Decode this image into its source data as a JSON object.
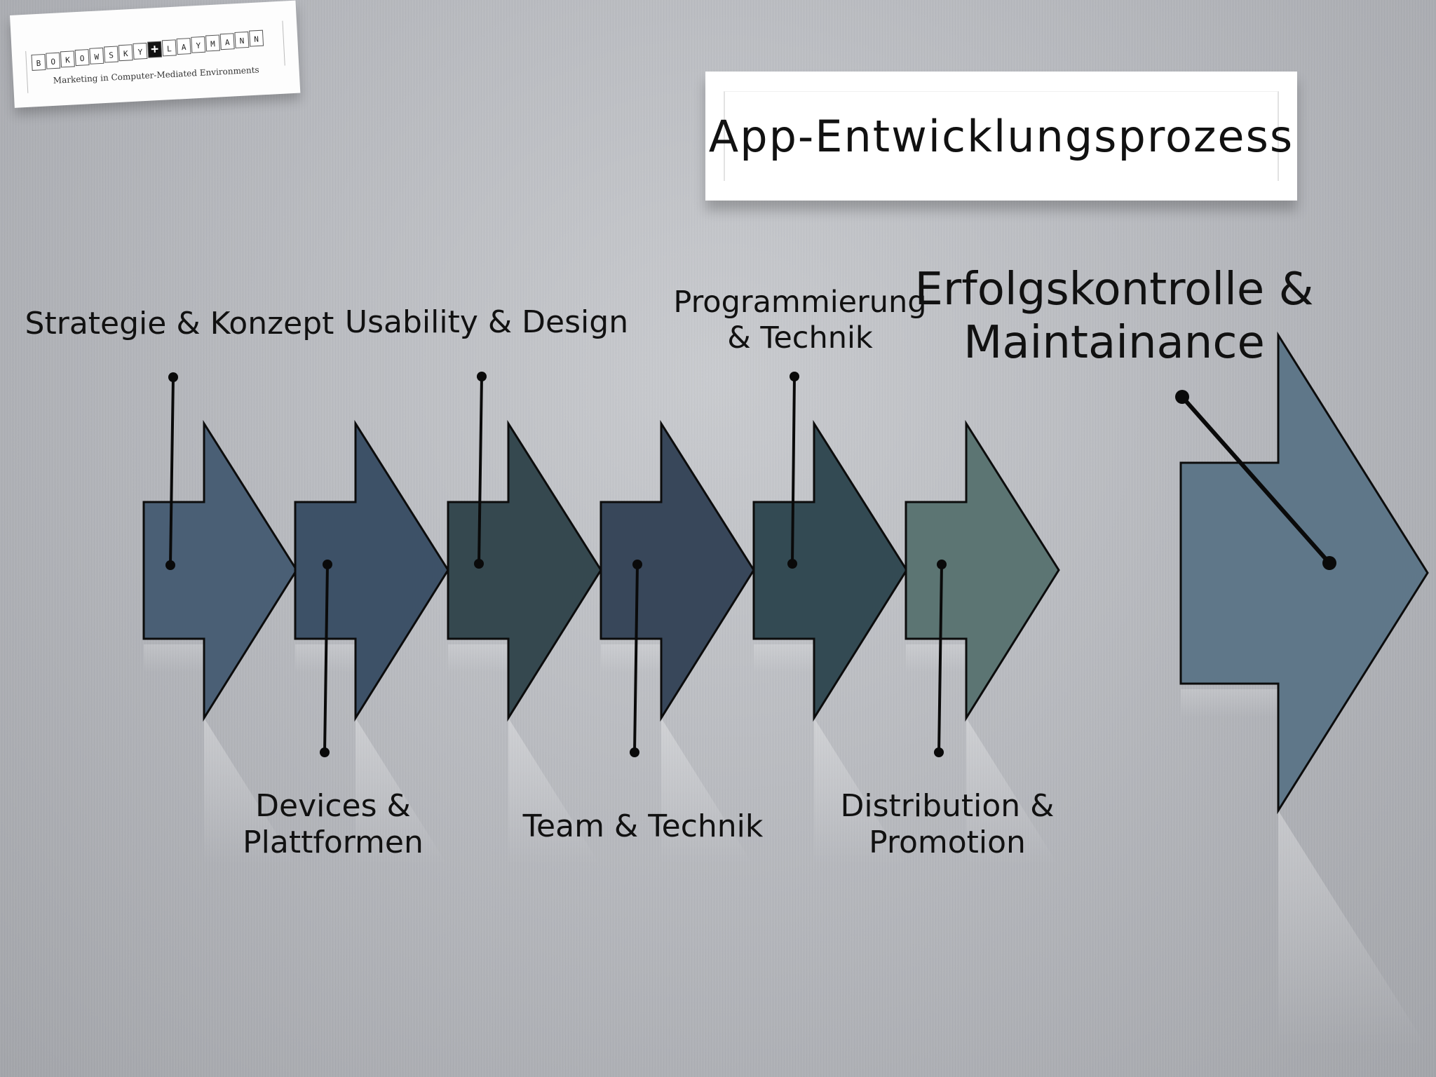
{
  "slide": {
    "title": "App-Entwicklungsprozess"
  },
  "logo": {
    "letters": [
      "B",
      "O",
      "K",
      "O",
      "W",
      "S",
      "K",
      "Y",
      "+",
      "L",
      "A",
      "Y",
      "M",
      "A",
      "N",
      "N"
    ],
    "tagline": "Marketing in Computer-Mediated Environments"
  },
  "steps": [
    {
      "lines": [
        "Strategie & Konzept"
      ]
    },
    {
      "lines": [
        "Devices &",
        "Plattformen"
      ]
    },
    {
      "lines": [
        "Usability & Design"
      ]
    },
    {
      "lines": [
        "Team & Technik"
      ]
    },
    {
      "lines": [
        "Programmierung",
        "& Technik"
      ]
    },
    {
      "lines": [
        "Distribution &",
        "Promotion"
      ]
    },
    {
      "lines": [
        "Erfolgskontrolle &",
        "Maintainance"
      ]
    }
  ],
  "colors": {
    "arrows": [
      "#4a5f75",
      "#3d5167",
      "#35484f",
      "#38475a",
      "#334a53",
      "#5c7573",
      "#5f7789"
    ],
    "outline": "#0c0c0c"
  }
}
